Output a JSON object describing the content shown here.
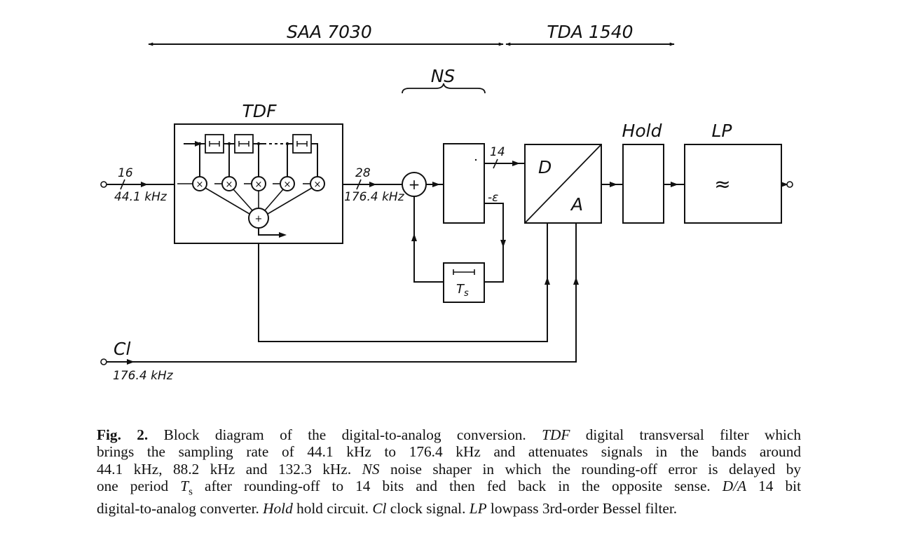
{
  "figure": {
    "ic_labels": {
      "left": "SAA 7030",
      "right": "TDA 1540"
    },
    "blocks": {
      "tdf": "TDF",
      "ns": "NS",
      "hold": "Hold",
      "lp": "LP",
      "da_d": "D",
      "da_a": "A",
      "ts": "T",
      "ts_sub": "s",
      "lp_symbol": "≈"
    },
    "signals": {
      "input_bits": "16",
      "input_rate": "44.1 kHz",
      "tdf_out_bits": "28",
      "tdf_out_rate": "176.4 kHz",
      "quant_bits": "14",
      "error": "-ε",
      "clock_name": "Cl",
      "clock_rate": "176.4 kHz"
    },
    "tdf_internals": {
      "delay_count": 3,
      "multiplier_count": 5,
      "multiplier_symbol": "×",
      "adder_symbol": "+"
    },
    "ns_adder_symbol": "+"
  },
  "caption": {
    "label": "Fig. 2.",
    "lines": [
      [
        {
          "t": " Block diagram of the digital-to-analog conversion. "
        },
        {
          "t": "TDF",
          "i": true
        },
        {
          "t": " digital transversal filter which"
        }
      ],
      [
        {
          "t": "brings the sampling rate of 44.1 kHz to 176.4 kHz and attenuates signals in the bands around"
        }
      ],
      [
        {
          "t": "44.1 kHz, 88.2 kHz and 132.3 kHz. "
        },
        {
          "t": "NS",
          "i": true
        },
        {
          "t": " noise shaper in which the rounding-off error is delayed by"
        }
      ],
      [
        {
          "t": "one period "
        },
        {
          "t": "T",
          "i": true
        },
        {
          "t": "s",
          "sub": true
        },
        {
          "t": " after rounding-off to 14 bits and then fed back in the opposite sense. "
        },
        {
          "t": "D/A",
          "i": true
        },
        {
          "t": " 14 bit"
        }
      ],
      [
        {
          "t": "digital-to-analog converter. "
        },
        {
          "t": "Hold",
          "i": true
        },
        {
          "t": " hold circuit. "
        },
        {
          "t": "Cl",
          "i": true
        },
        {
          "t": " clock signal. "
        },
        {
          "t": "LP",
          "i": true
        },
        {
          "t": " lowpass 3rd-order Bessel filter."
        }
      ]
    ]
  }
}
